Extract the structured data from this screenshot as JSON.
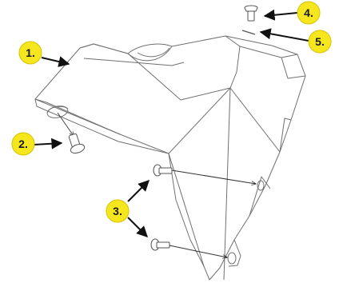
{
  "colors": {
    "callout_fill": "#f5e61e",
    "callout_stroke": "#d6c300",
    "line": "#6e6e6e",
    "leader": "#111111"
  },
  "callouts": [
    {
      "label": "1.",
      "target": "fender-cover"
    },
    {
      "label": "2.",
      "target": "front-screw"
    },
    {
      "label": "3.",
      "target": "side-screws"
    },
    {
      "label": "4.",
      "target": "top-screw"
    },
    {
      "label": "5.",
      "target": "washer"
    }
  ]
}
